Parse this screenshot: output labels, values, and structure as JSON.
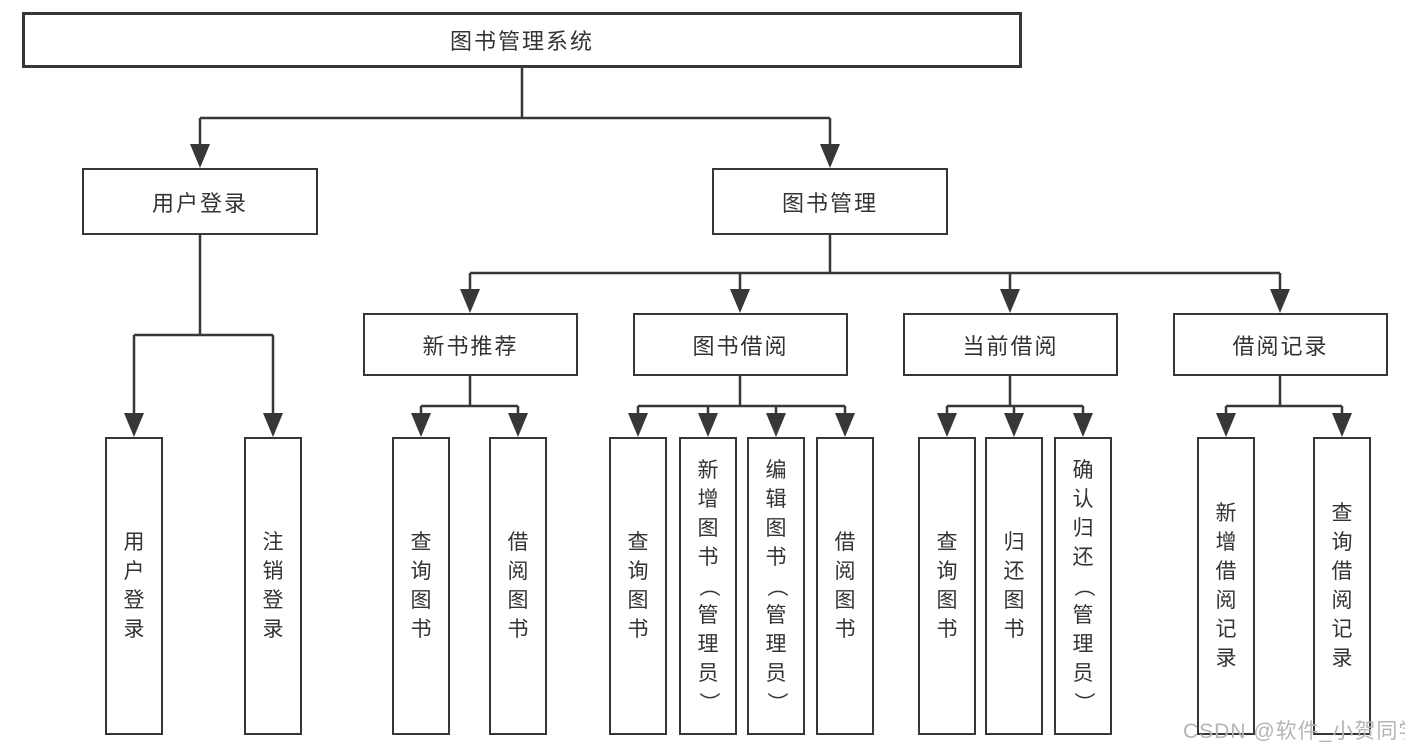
{
  "diagram": {
    "root": {
      "label": "图书管理系统"
    },
    "level2": [
      {
        "label": "用户登录",
        "children": [
          {
            "label": "用户登录"
          },
          {
            "label": "注销登录"
          }
        ]
      },
      {
        "label": "图书管理",
        "children": [
          {
            "label": "新书推荐",
            "children": [
              {
                "label": "查询图书"
              },
              {
                "label": "借阅图书"
              }
            ]
          },
          {
            "label": "图书借阅",
            "children": [
              {
                "label": "查询图书"
              },
              {
                "label": "新增图书（管理员）"
              },
              {
                "label": "编辑图书（管理员）"
              },
              {
                "label": "借阅图书"
              }
            ]
          },
          {
            "label": "当前借阅",
            "children": [
              {
                "label": "查询图书"
              },
              {
                "label": "归还图书"
              },
              {
                "label": "确认归还（管理员）"
              }
            ]
          },
          {
            "label": "借阅记录",
            "children": [
              {
                "label": "新增借阅记录"
              },
              {
                "label": "查询借阅记录"
              }
            ]
          }
        ]
      }
    ]
  },
  "watermark": {
    "text": "CSDN @软件_小贺同学"
  },
  "colors": {
    "line": "#373737",
    "box_border": "#373737",
    "text": "#333333",
    "watermark": "#b5b5b5",
    "background": "#ffffff"
  }
}
